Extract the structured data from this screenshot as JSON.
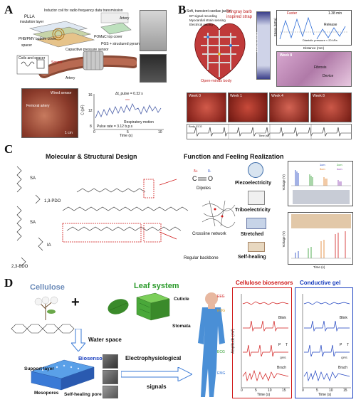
{
  "panels": {
    "a": {
      "letter": "A",
      "labels": {
        "plla": "PLLA",
        "insulation": "insulation layer",
        "inductor": "Inductor coil for radio frequency data transmission",
        "poms": "POMaC top cover",
        "phbpmv": "PHB/PMV bottom cover",
        "spacer": "spacer",
        "artery": "Artery",
        "pgs": "PGS + structured pyramids",
        "capacitive": "Capacitive pressure sensor",
        "coil_spacer": "Coils and spacer",
        "sensor": "Sensor",
        "artery2": "Artery",
        "wired": "Wired sensor",
        "femoral": "Femoral artery",
        "scale": "1 cm",
        "delta_t": "Δt_pulse = 0.32 s",
        "resp": "Respiratory motion",
        "pulse_rate": "Pulse rate = 3.12 b.p.s",
        "ylabel": "C (pF)",
        "xlabel": "Time (s)",
        "y_ticks": [
          "16",
          "12",
          "8"
        ],
        "x_ticks": [
          "0",
          "5",
          "10"
        ]
      }
    },
    "b": {
      "letter": "B",
      "labels": {
        "jacket": "Soft, transient cardiac jacket",
        "ep": "EP signal recording",
        "myo": "Myocardial strain sensing",
        "pacing": "Electrical pacing",
        "stingray": "Stingray barb inspired strap",
        "open": "Open-minds body",
        "strain": "1550% strain",
        "faster": "Faster",
        "release": "Release",
        "t38": "1.38 min",
        "diastolic": "Diastolic pressure ≈ 20 kPa",
        "stress": "Stress (MPa)",
        "distance": "Distance (mm)",
        "week8": "Week 8",
        "fibrosis": "Fibrosis",
        "device": "Device",
        "weeks": [
          "Week 0",
          "Week 1",
          "Week 4",
          "Week 8"
        ],
        "ecg": "Body ECG",
        "time": "Time (s)"
      }
    },
    "c": {
      "letter": "C",
      "titles": {
        "left": "Molecular & Structural Design",
        "right": "Function and Feeling Realization"
      },
      "labels": {
        "sa1": "SA",
        "pdo": "1,3-PDO",
        "sa2": "SA",
        "ia": "IA",
        "bdo": "2,3-BDO",
        "dipoles": "Dipoles",
        "crosslink": "Crossline network",
        "regular": "Regular backbone",
        "piezo": "Piezoelectricity",
        "tribo": "Triboelectricity",
        "stretched": "Stretched",
        "healing": "Self-healing",
        "voltage": "Voltage (V)",
        "time": "Time (s)",
        "legend": [
          "1cm",
          "2cm",
          "3cm",
          "4cm"
        ]
      }
    },
    "d": {
      "letter": "D",
      "labels": {
        "cellulose": "Cellulose",
        "plus": "+",
        "leaf": "Leaf system",
        "cuticle": "Cuticle",
        "stomata": "Stomata",
        "water": "Water space",
        "biosensor": "Biosensor",
        "support": "Support layer",
        "mesopores": "Mesopores",
        "selfheal": "Self-healing pore",
        "electro": "Electrophysiological",
        "signals": "signals",
        "cb_title": "Cellulose biosensors",
        "gel_title": "Conductive gel",
        "eeg": "EEG",
        "eog": "EOG",
        "ecg": "ECG",
        "emg": "EMG",
        "blink": "Blink",
        "brach": "Brach",
        "amplitude": "Amplitude (mV)",
        "time": "Time (s)",
        "x_ticks": [
          "0",
          "5",
          "10",
          "15"
        ],
        "p": "P",
        "t": "T",
        "qrs": "QRS"
      }
    }
  },
  "colors": {
    "red": "#d01818",
    "blue": "#1a3fbf",
    "green": "#2a9a2a",
    "skin": "#4a8fd6"
  }
}
